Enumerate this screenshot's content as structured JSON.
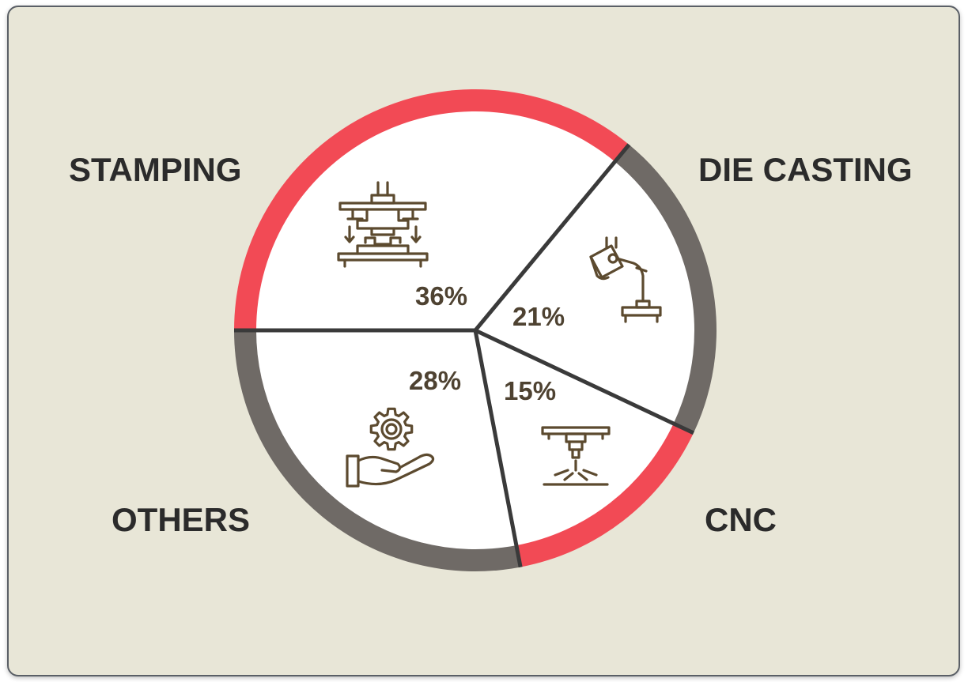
{
  "chart_data": {
    "type": "pie",
    "categories": [
      "STAMPING",
      "DIE CASTING",
      "CNC",
      "OTHERS"
    ],
    "values": [
      36,
      21,
      15,
      28
    ],
    "value_labels": [
      "36%",
      "21%",
      "15%",
      "28%"
    ],
    "ring_colors": [
      "#f24a55",
      "#6f6a66",
      "#f24a55",
      "#6f6a66"
    ],
    "icons": [
      "stamping-press-icon",
      "die-casting-ladle-icon",
      "cnc-laser-icon",
      "gear-in-hand-icon"
    ],
    "colors": {
      "background": "#e8e6d7",
      "slice_fill": "#ffffff",
      "divider": "#3a3a3a",
      "label_text": "#2b2b2b",
      "percent_text": "#4e4231",
      "icon_stroke": "#5c4a2f"
    }
  }
}
